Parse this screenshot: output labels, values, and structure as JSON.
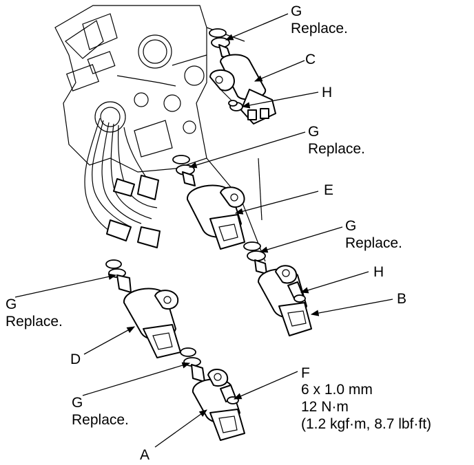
{
  "labels": {
    "g_top": "G",
    "replace_top": "Replace.",
    "c": "C",
    "h_top": "H",
    "g_mid": "G",
    "replace_mid": "Replace.",
    "e": "E",
    "g_right": "G",
    "replace_right": "Replace.",
    "h_right": "H",
    "b": "B",
    "g_left": "G",
    "replace_left": "Replace.",
    "d": "D",
    "f": "F",
    "f_size": "6 x 1.0 mm",
    "f_torque": "12 N·m",
    "f_torque_alt": "(1.2 kgf·m, 8.7 lbf·ft)",
    "g_bottom": "G",
    "replace_bottom": "Replace.",
    "a": "A"
  },
  "colors": {
    "line": "#000000",
    "background": "#ffffff"
  }
}
